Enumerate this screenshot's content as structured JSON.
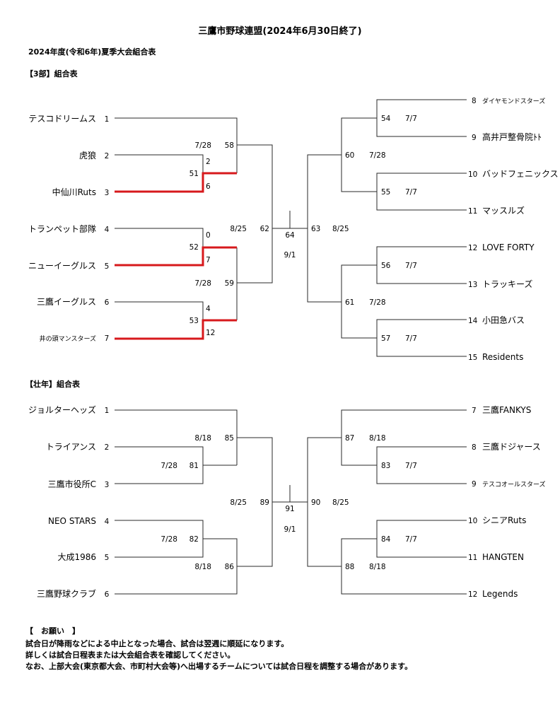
{
  "title": "三鷹市野球連盟(2024年6月30日終了)",
  "subtitle": "2024年度(令和6年)夏季大会組合表",
  "div3": {
    "heading": "【3部】組合表",
    "left_teams": [
      {
        "name": "テスコドリームス",
        "seed": "1"
      },
      {
        "name": "虎狼",
        "seed": "2"
      },
      {
        "name": "中仙川Ruts",
        "seed": "3"
      },
      {
        "name": "トランペット部隊",
        "seed": "4"
      },
      {
        "name": "ニューイーグルス",
        "seed": "5"
      },
      {
        "name": "三鷹イーグルス",
        "seed": "6"
      },
      {
        "name": "井の頭マンスターズ",
        "seed": "7"
      }
    ],
    "right_teams": [
      {
        "name": "ダイヤモンドスターズ",
        "seed": "8"
      },
      {
        "name": "高井戸整骨院ﾄﾄ",
        "seed": "9"
      },
      {
        "name": "バッドフェニックス",
        "seed": "10"
      },
      {
        "name": "マッスルズ",
        "seed": "11"
      },
      {
        "name": "LOVE FORTY",
        "seed": "12"
      },
      {
        "name": "トラッキーズ",
        "seed": "13"
      },
      {
        "name": "小田急バス",
        "seed": "14"
      },
      {
        "name": "Residents",
        "seed": "15"
      }
    ],
    "games": {
      "g51": "51",
      "g51_s1": "2",
      "g51_s2": "6",
      "g52": "52",
      "g52_s1": "0",
      "g52_s2": "7",
      "g53": "53",
      "g53_s1": "4",
      "g53_s2": "12",
      "g58": "58",
      "g58_date": "7/28",
      "g59": "59",
      "g59_date": "7/28",
      "g62": "62",
      "g62_date": "8/25",
      "g64": "64",
      "g64_date": "9/1",
      "g54": "54",
      "g54_date": "7/7",
      "g55": "55",
      "g55_date": "7/7",
      "g56": "56",
      "g56_date": "7/7",
      "g57": "57",
      "g57_date": "7/7",
      "g60": "60",
      "g60_date": "7/28",
      "g61": "61",
      "g61_date": "7/28",
      "g63": "63",
      "g63_date": "8/25"
    }
  },
  "senior": {
    "heading": "【壮年】組合表",
    "left_teams": [
      {
        "name": "ジョルターヘッズ",
        "seed": "1"
      },
      {
        "name": "トライアンス",
        "seed": "2"
      },
      {
        "name": "三鷹市役所C",
        "seed": "3"
      },
      {
        "name": "NEO STARS",
        "seed": "4"
      },
      {
        "name": "大成1986",
        "seed": "5"
      },
      {
        "name": "三鷹野球クラブ",
        "seed": "6"
      }
    ],
    "right_teams": [
      {
        "name": "三鷹FANKYS",
        "seed": "7"
      },
      {
        "name": "三鷹ドジャース",
        "seed": "8"
      },
      {
        "name": "テスコオールスターズ",
        "seed": "9"
      },
      {
        "name": "シニアRuts",
        "seed": "10"
      },
      {
        "name": "HANGTEN",
        "seed": "11"
      },
      {
        "name": "Legends",
        "seed": "12"
      }
    ],
    "games": {
      "g81": "81",
      "g81_date": "7/28",
      "g82": "82",
      "g82_date": "7/28",
      "g85": "85",
      "g85_date": "8/18",
      "g86": "86",
      "g86_date": "8/18",
      "g89": "89",
      "g89_date": "8/25",
      "g91": "91",
      "g91_date": "9/1",
      "g83": "83",
      "g83_date": "7/7",
      "g84": "84",
      "g84_date": "7/7",
      "g87": "87",
      "g87_date": "8/18",
      "g88": "88",
      "g88_date": "8/18",
      "g90": "90",
      "g90_date": "8/25"
    }
  },
  "notice": {
    "heading": "【　お願い　】",
    "lines": [
      "試合日が降雨などによる中止となった場合、試合は翌週に順延になります。",
      "詳しくは試合日程表または大会組合表を確認してください。",
      "なお、上部大会(東京都大会、市町村大会等)へ出場するチームについては試合日程を調整する場合があります。"
    ]
  },
  "colors": {
    "line": "#2a2a2a",
    "winner_line": "#d7191c",
    "text": "#1a1a1a"
  }
}
